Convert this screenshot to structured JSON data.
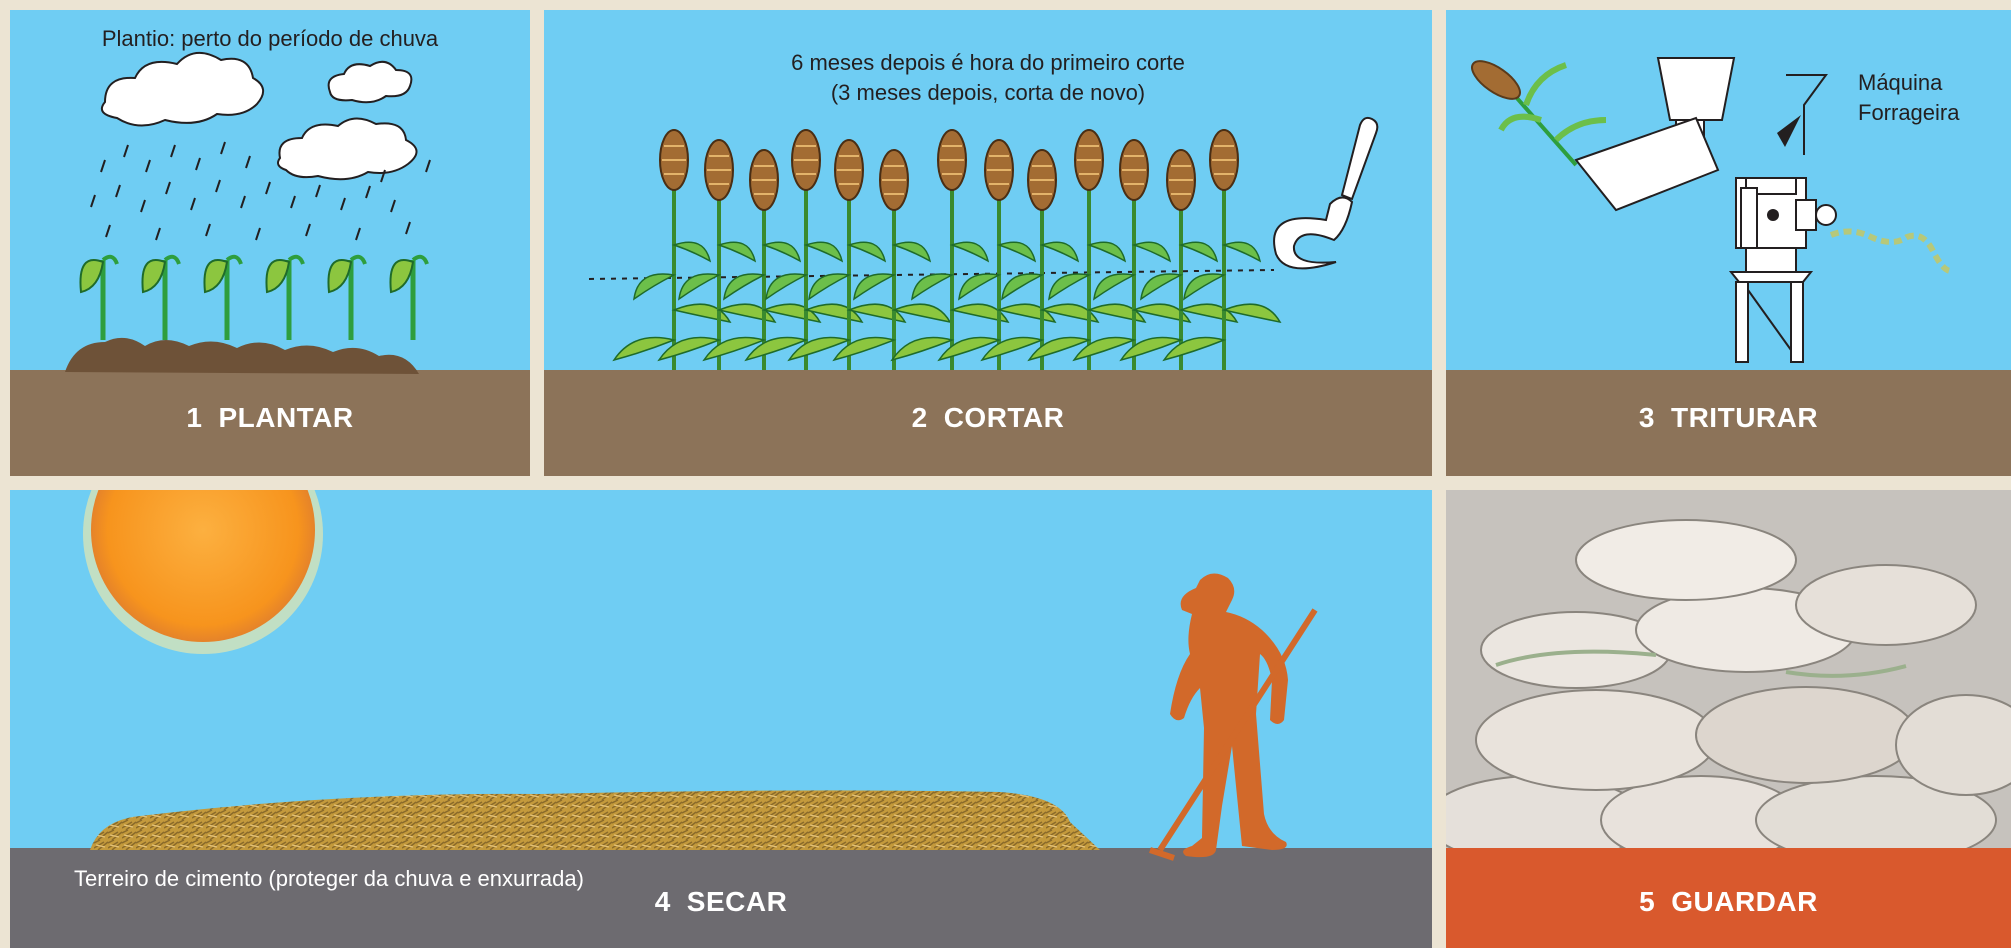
{
  "panels": {
    "plantar": {
      "number": "1",
      "label": "PLANTAR",
      "caption": "Plantio: perto do período de chuva"
    },
    "cortar": {
      "number": "2",
      "label": "CORTAR",
      "caption_line1": "6 meses depois é hora do primeiro corte",
      "caption_line2": "(3 meses depois, corta de novo)"
    },
    "triturar": {
      "number": "3",
      "label": "TRITURAR",
      "machine_label_line1": "Máquina",
      "machine_label_line2": "Forrageira"
    },
    "secar": {
      "number": "4",
      "label": "SECAR",
      "ground_caption": "Terreiro de cimento (proteger da chuva e enxurrada)"
    },
    "guardar": {
      "number": "5",
      "label": "GUARDAR"
    }
  },
  "colors": {
    "sky": "#6fcdf3",
    "soil": "#8c7359",
    "concrete": "#6d6b70",
    "guardar_band": "#d9592d",
    "sun": "#f7941d",
    "farmer": "#d2692a",
    "border": "#ece4d3"
  }
}
